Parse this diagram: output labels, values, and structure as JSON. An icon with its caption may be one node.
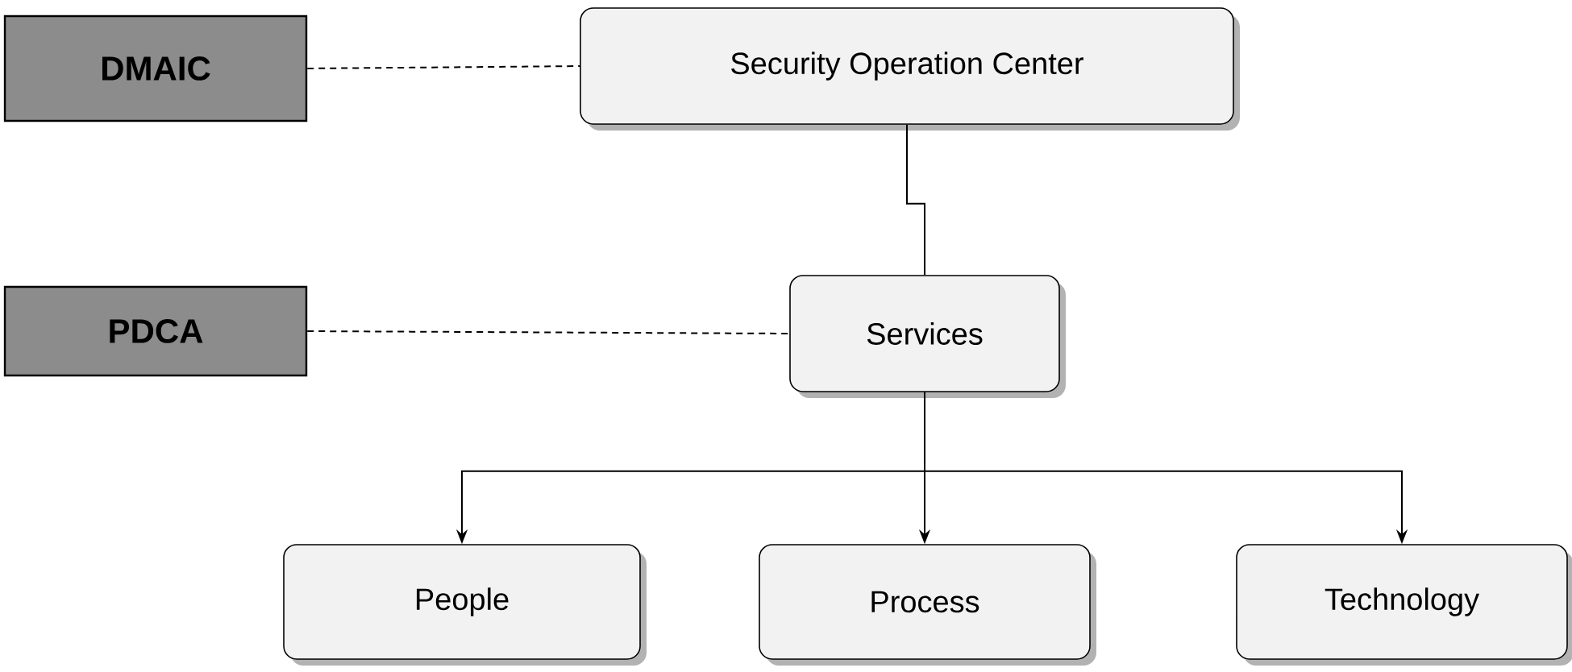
{
  "diagram": {
    "nodes": [
      {
        "text": [
          "DMAIC"
        ]
      },
      {
        "text": [
          "Security Operation Center"
        ]
      },
      {
        "text": [
          "PDCA"
        ]
      },
      {
        "text": [
          "Services"
        ]
      },
      {
        "text": [
          "People"
        ]
      },
      {
        "text": [
          "Process"
        ]
      },
      {
        "text": [
          "Technology"
        ]
      }
    ],
    "edges": [
      {
        "from": 0,
        "to": 1,
        "arrow": "none",
        "style": "dashed"
      },
      {
        "from": 1,
        "to": 3,
        "arrow": "none"
      },
      {
        "from": 2,
        "to": 3,
        "arrow": "none",
        "style": "dashed"
      },
      {
        "from": 3,
        "to": 4,
        "arrow": "to"
      },
      {
        "from": 3,
        "to": 5,
        "arrow": "to"
      },
      {
        "from": 3,
        "to": 6,
        "arrow": "to"
      }
    ]
  }
}
